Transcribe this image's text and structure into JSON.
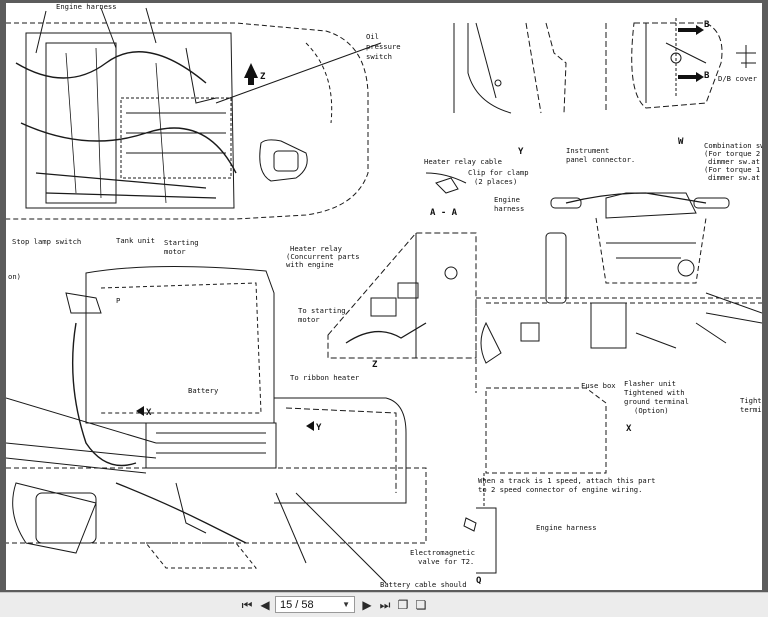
{
  "document": {
    "labels": {
      "engine_harness_top": "Engine harness",
      "oil_pressure_switch_1": "Oil",
      "oil_pressure_switch_2": "pressure",
      "oil_pressure_switch_3": "switch",
      "z_arrow": "Z",
      "stop_lamp_switch": "Stop lamp switch",
      "tank_unit": "Tank unit",
      "starting_motor_1": "Starting",
      "starting_motor_2": "motor",
      "y_view": "Y",
      "heater_relay_cable": "Heater relay cable",
      "clip_for_clamp_1": "Clip for clamp",
      "clip_for_clamp_2": "(2 places)",
      "engine_harness_mid_1": "Engine",
      "engine_harness_mid_2": "harness",
      "section_aa": "A - A",
      "instrument_panel_1": "Instrument",
      "instrument_panel_2": "panel connector.",
      "w_view": "W",
      "b_top": "B",
      "b_bottom": "B",
      "db_cover": "D/B cover",
      "combination_1": "Combination sw",
      "combination_2": "(For torque 2",
      "combination_3": "dimmer sw.at",
      "combination_4": "(For torque 1",
      "combination_5": "dimmer sw.at",
      "on_left": "on)",
      "p_mark": "P",
      "heater_relay_1": "Heater relay",
      "heater_relay_2": "(Concurrent parts",
      "heater_relay_3": "with engine",
      "to_starting_1": "To starting",
      "to_starting_2": "motor",
      "z_view": "Z",
      "to_ribbon_heater": "To ribbon heater",
      "battery": "Battery",
      "x_arrow": "X",
      "y_arrow": "Y",
      "fuse_box": "Fuse box",
      "flasher_1": "Flasher unit",
      "flasher_2": "Tightened with",
      "flasher_3": "ground terminal",
      "flasher_4": "(Option)",
      "x_view": "X",
      "tighten_1": "Tight",
      "tighten_2": "termi",
      "track_note_1": "When a track is 1 speed, attach this part",
      "track_note_2": "to 2 speed connector of engine wiring.",
      "engine_harness_q": "Engine harness",
      "electromagnetic_1": "Electromagnetic",
      "electromagnetic_2": "valve for T2.",
      "q_view": "Q",
      "battery_cable": "Battery cable should"
    }
  },
  "toolbar": {
    "first_icon": "first-page-icon",
    "prev_icon": "previous-page-icon",
    "page_value": "15 / 58",
    "next_icon": "next-page-icon",
    "last_icon": "last-page-icon",
    "copy_icon": "copy-icon",
    "copy2_icon": "duplicate-icon"
  }
}
